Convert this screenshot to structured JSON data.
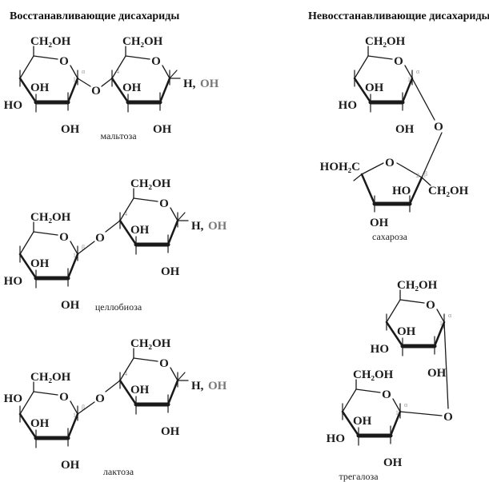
{
  "headings": {
    "reducing": "Восстанавливающие дисахариды",
    "nonreducing": "Невосстанавливающие дисахариды"
  },
  "maltose": {
    "name": "мальтоза",
    "ring1": {
      "ch2oh": "CH₂OH",
      "o": "O",
      "c4": "HO",
      "c3": "OH",
      "c2": "OH",
      "anomer": "α",
      "num": "1"
    },
    "link_o": "O",
    "ring2": {
      "ch2oh": "CH₂OH",
      "o": "O",
      "c3": "OH",
      "c2": "OH",
      "num": "4",
      "c1_h": "H,",
      "c1_oh": "OH"
    }
  },
  "cellobiose": {
    "name": "целлобиоза",
    "ring1": {
      "ch2oh": "CH₂OH",
      "o": "O",
      "c4": "HO",
      "c3": "OH",
      "c2": "OH",
      "anomer": "β",
      "num": "1"
    },
    "link_o": "O",
    "ring2": {
      "ch2oh": "CH₂OH",
      "o": "O",
      "c3": "OH",
      "c2": "OH",
      "num": "4",
      "c1_h": "H,",
      "c1_oh": "OH"
    }
  },
  "lactose": {
    "name": "лактоза",
    "ring1": {
      "ch2oh": "CH₂OH",
      "o": "O",
      "c4": "HO",
      "c3": "OH",
      "c2": "OH",
      "anomer": "β",
      "num": "1"
    },
    "link_o": "O",
    "ring2": {
      "ch2oh": "CH₂OH",
      "o": "O",
      "c3": "OH",
      "c2": "OH",
      "num": "4",
      "c1_h": "H,",
      "c1_oh": "OH"
    }
  },
  "sucrose": {
    "name": "сахароза",
    "glucose": {
      "ch2oh": "CH₂OH",
      "o": "O",
      "c4": "HO",
      "c3": "OH",
      "c2": "OH",
      "anomer": "α",
      "num": "1"
    },
    "link_o": "O",
    "fructose": {
      "hoh2c": "HOH₂C",
      "o": "O",
      "ho": "HO",
      "ch2oh": "CH₂OH",
      "oh": "OH",
      "anomer": "β",
      "num": "2"
    }
  },
  "trehalose": {
    "name": "трегалоза",
    "ring1": {
      "ch2oh": "CH₂OH",
      "o": "O",
      "c4": "HO",
      "c3": "OH",
      "c2": "OH",
      "anomer": "α",
      "num": "1"
    },
    "link_o": "O",
    "ring2": {
      "ch2oh": "CH₂OH",
      "o": "O",
      "c4": "HO",
      "c3": "OH",
      "c2": "OH",
      "anomer": "α",
      "num": "1"
    }
  }
}
